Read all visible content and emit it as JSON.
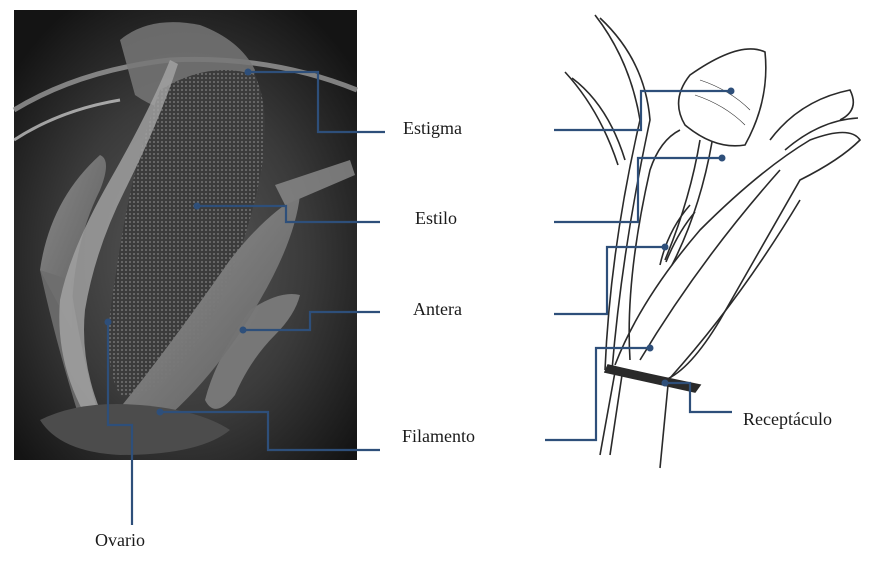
{
  "labels": {
    "estigma": "Estigma",
    "estilo": "Estilo",
    "antera": "Antera",
    "filamento": "Filamento",
    "ovario": "Ovario",
    "receptaculo": "Receptáculo"
  },
  "colors": {
    "leader": "#2e4f7a",
    "photo_bg": "#1c1c1c",
    "ink": "#2a2a2a"
  }
}
